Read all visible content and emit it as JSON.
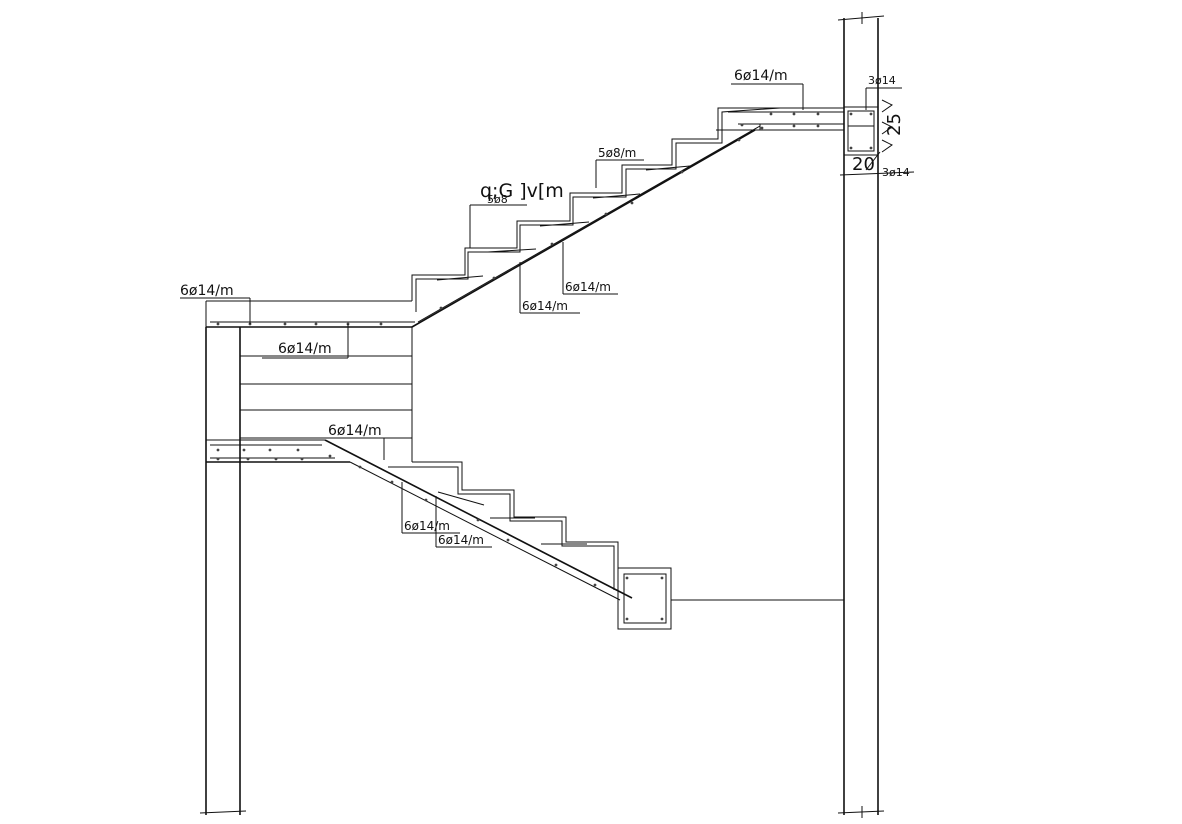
{
  "labels": {
    "upper_landing_top_bars": "6ø14/m",
    "upper_landing_inner_bars": "6ø14/m",
    "upper_flight_distribution": "6ø14/m",
    "upper_flight_main_bars": "6ø14/m",
    "upper_flight_stirrups": "5ø8/m",
    "upper_flight_garbled_note": "q;G  ]v[m",
    "upper_flight_bar_8": "5ø8",
    "top_landing_bars": "6ø14/m",
    "beam_top_bars": "3ø14",
    "beam_bottom_bars": "3ø14",
    "beam_depth_dim": "25",
    "beam_width_dim": "20",
    "lower_landing_bars": "6ø14/m",
    "lower_flight_main_bars": "6ø14/m",
    "lower_flight_distribution": "6ø14/m"
  }
}
